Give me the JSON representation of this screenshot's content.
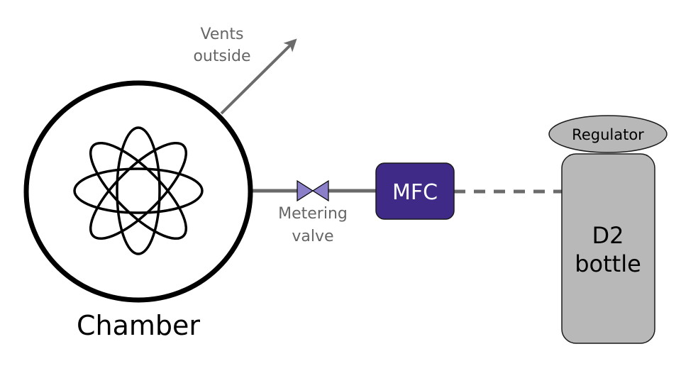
{
  "diagram": {
    "title": "Deuterium gas feed into chamber",
    "chamber": {
      "label": "Chamber",
      "icon": "atom-icon"
    },
    "vent": {
      "label_line1": "Vents",
      "label_line2": "outside"
    },
    "valve": {
      "label_line1": "Metering",
      "label_line2": "valve",
      "fill": "#8a7fc8"
    },
    "mfc": {
      "label": "MFC",
      "fill": "#3f2a88"
    },
    "bottle": {
      "label_line1": "D2",
      "label_line2": "bottle",
      "fill": "#b8b8b8"
    },
    "regulator": {
      "label": "Regulator",
      "fill": "#b8b8b8"
    },
    "colors": {
      "pipe": "#6b6b6b",
      "outline": "#000000",
      "text_gray": "#666666"
    },
    "connections": [
      {
        "from": "Chamber",
        "to": "Vents outside",
        "style": "arrow"
      },
      {
        "from": "Chamber",
        "to": "Metering valve",
        "style": "solid"
      },
      {
        "from": "Metering valve",
        "to": "MFC",
        "style": "solid"
      },
      {
        "from": "MFC",
        "to": "D2 bottle",
        "style": "dashed"
      }
    ]
  }
}
